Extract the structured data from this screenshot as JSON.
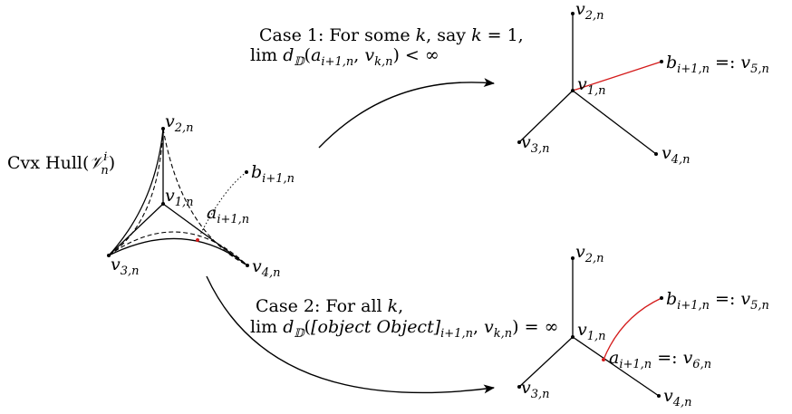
{
  "hull_label": {
    "main": "Cvx Hull(",
    "script": "𝒱",
    "sup": "i",
    "sub": "n",
    "close": ")"
  },
  "left": {
    "v1": {
      "base": "v",
      "sub": "1,n"
    },
    "v2": {
      "base": "v",
      "sub": "2,n"
    },
    "v3": {
      "base": "v",
      "sub": "3,n"
    },
    "v4": {
      "base": "v",
      "sub": "4,n"
    },
    "b": {
      "base": "b",
      "sub": "i+1,n"
    },
    "a": {
      "base": "a",
      "sub": "i+1,n"
    }
  },
  "case1": {
    "line1": "Case 1:  For some ",
    "k1": "k",
    "mid": ", say ",
    "keq": "k",
    "eq": " = 1,",
    "lim": "lim ",
    "d": "d",
    "dsub": "𝔻",
    "args": "(",
    "a": "a",
    "asub": "i+1,n",
    "comma": ", ",
    "v": "v",
    "vsub": "k,n",
    "rel": ") < ∞",
    "v1": {
      "base": "v",
      "sub": "1,n"
    },
    "v2": {
      "base": "v",
      "sub": "2,n"
    },
    "v3": {
      "base": "v",
      "sub": "3,n"
    },
    "v4": {
      "base": "v",
      "sub": "4,n"
    },
    "b": {
      "base": "b",
      "sub": "i+1,n",
      "tail": " =: ",
      "v": "v",
      "vsub": "5,n"
    }
  },
  "case2": {
    "line1": "Case 2:  For all ",
    "k1": "k",
    "tail": ",",
    "lim": "lim ",
    "d": "d",
    "dsub": "𝔻",
    "args": "(",
    "a": {
      "base": "a",
      "sub": "i+1,n",
      "tail": " =: ",
      "v": "v",
      "vsub": "6,n"
    },
    "asub": "i+1,n",
    "comma": ", ",
    "v": "v",
    "vsub": "k,n",
    "rel": ") = ∞",
    "v1": {
      "base": "v",
      "sub": "1,n"
    },
    "v2": {
      "base": "v",
      "sub": "2,n"
    },
    "v3": {
      "base": "v",
      "sub": "3,n"
    },
    "v4": {
      "base": "v",
      "sub": "4,n"
    },
    "b": {
      "base": "b",
      "sub": "i+1,n",
      "tail": " =: ",
      "v": "v",
      "vsub": "5,n"
    }
  },
  "colors": {
    "highlight": "#d41a1a",
    "ink": "#000000"
  }
}
